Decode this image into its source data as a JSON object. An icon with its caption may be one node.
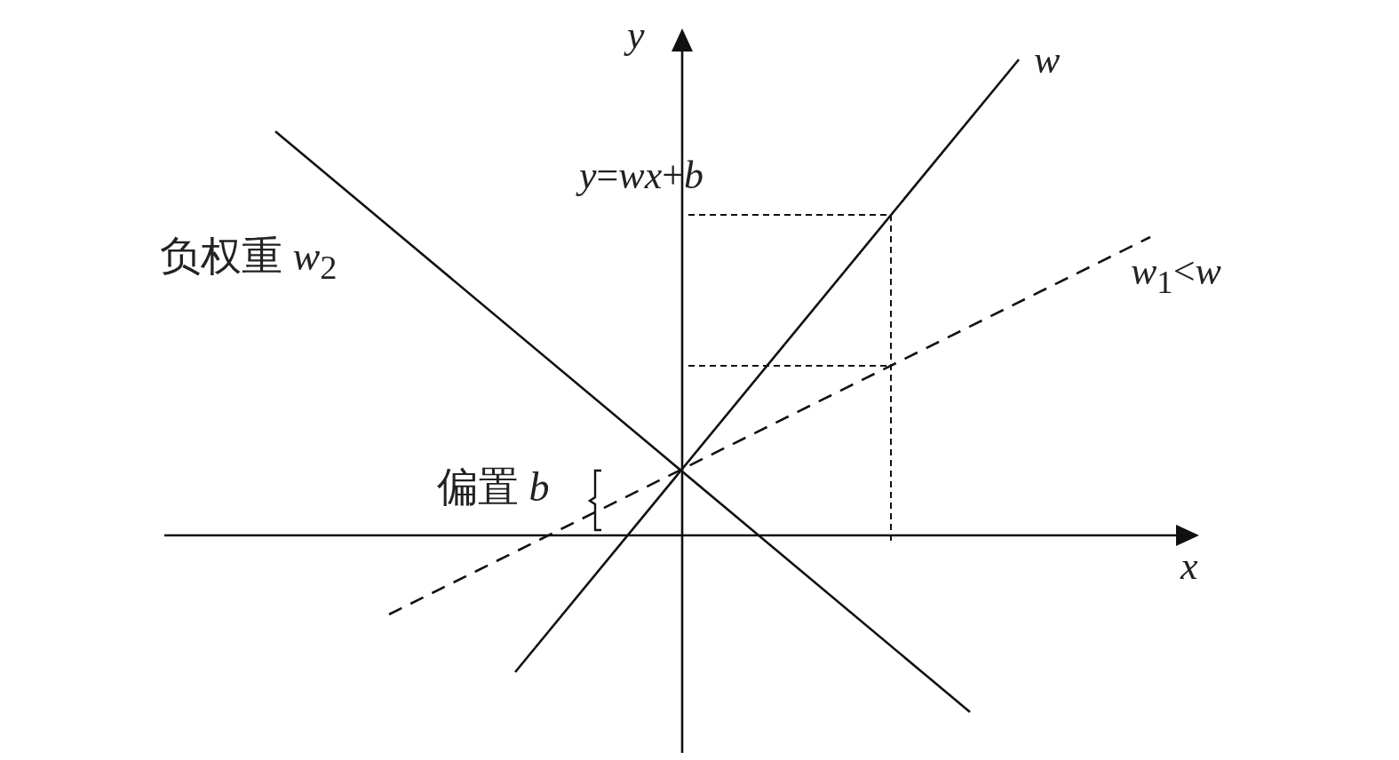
{
  "diagram": {
    "labels": [
      "y",
      "w",
      "*y*=*wx*+*b*",
      "负权重 *w*$_{2}$",
      "*w*$_{1}$<*w*",
      "偏置 *b*",
      "x"
    ]
  }
}
